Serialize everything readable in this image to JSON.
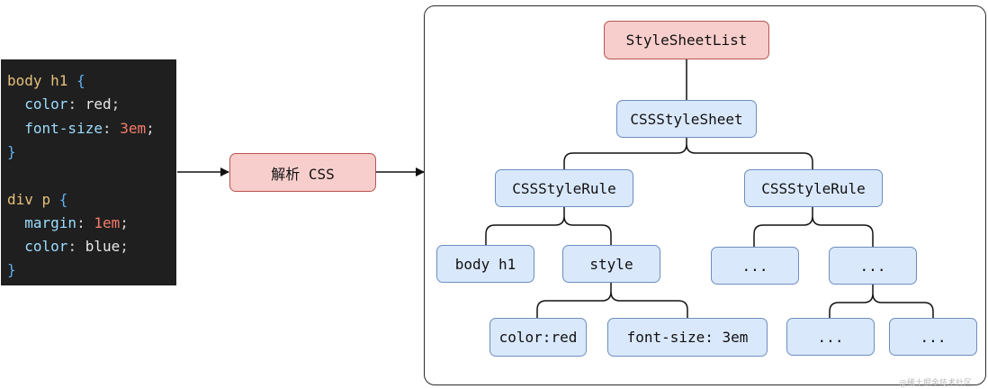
{
  "code": {
    "lines": [
      [
        {
          "t": "body h1 ",
          "c": "sel"
        },
        {
          "t": "{",
          "c": "brace"
        }
      ],
      [
        {
          "t": "  color",
          "c": "prop"
        },
        {
          "t": ": ",
          "c": "punct"
        },
        {
          "t": "red",
          "c": "val"
        },
        {
          "t": ";",
          "c": "punct"
        }
      ],
      [
        {
          "t": "  font-size",
          "c": "prop"
        },
        {
          "t": ": ",
          "c": "punct"
        },
        {
          "t": "3em",
          "c": "num"
        },
        {
          "t": ";",
          "c": "punct"
        }
      ],
      [
        {
          "t": "}",
          "c": "brace"
        }
      ],
      [],
      [
        {
          "t": "div p ",
          "c": "sel"
        },
        {
          "t": "{",
          "c": "brace"
        }
      ],
      [
        {
          "t": "  margin",
          "c": "prop"
        },
        {
          "t": ": ",
          "c": "punct"
        },
        {
          "t": "1em",
          "c": "num"
        },
        {
          "t": ";",
          "c": "punct"
        }
      ],
      [
        {
          "t": "  color",
          "c": "prop"
        },
        {
          "t": ": ",
          "c": "punct"
        },
        {
          "t": "blue",
          "c": "val"
        },
        {
          "t": ";",
          "c": "punct"
        }
      ],
      [
        {
          "t": "}",
          "c": "brace"
        }
      ]
    ]
  },
  "parse_step": {
    "label": "解析 CSS"
  },
  "tree": {
    "root": {
      "label": "StyleSheetList"
    },
    "sheet": {
      "label": "CSSStyleSheet"
    },
    "rule_left": {
      "label": "CSSStyleRule"
    },
    "rule_right": {
      "label": "CSSStyleRule"
    },
    "selector": {
      "label": "body h1"
    },
    "style": {
      "label": "style"
    },
    "decl_color": {
      "label": "color:red"
    },
    "decl_font_size": {
      "label": "font-size: 3em"
    },
    "right_child_1": {
      "label": "..."
    },
    "right_child_2": {
      "label": "..."
    },
    "right_grandchild_1": {
      "label": "..."
    },
    "right_grandchild_2": {
      "label": "..."
    }
  },
  "watermark": "@稀土掘金技术社区",
  "colors": {
    "code_bg": "#1f1f1f",
    "node_blue_fill": "#dae8fc",
    "node_blue_stroke": "#6c8ebf",
    "node_red_fill": "#f8cecc",
    "node_red_stroke": "#b85450"
  }
}
